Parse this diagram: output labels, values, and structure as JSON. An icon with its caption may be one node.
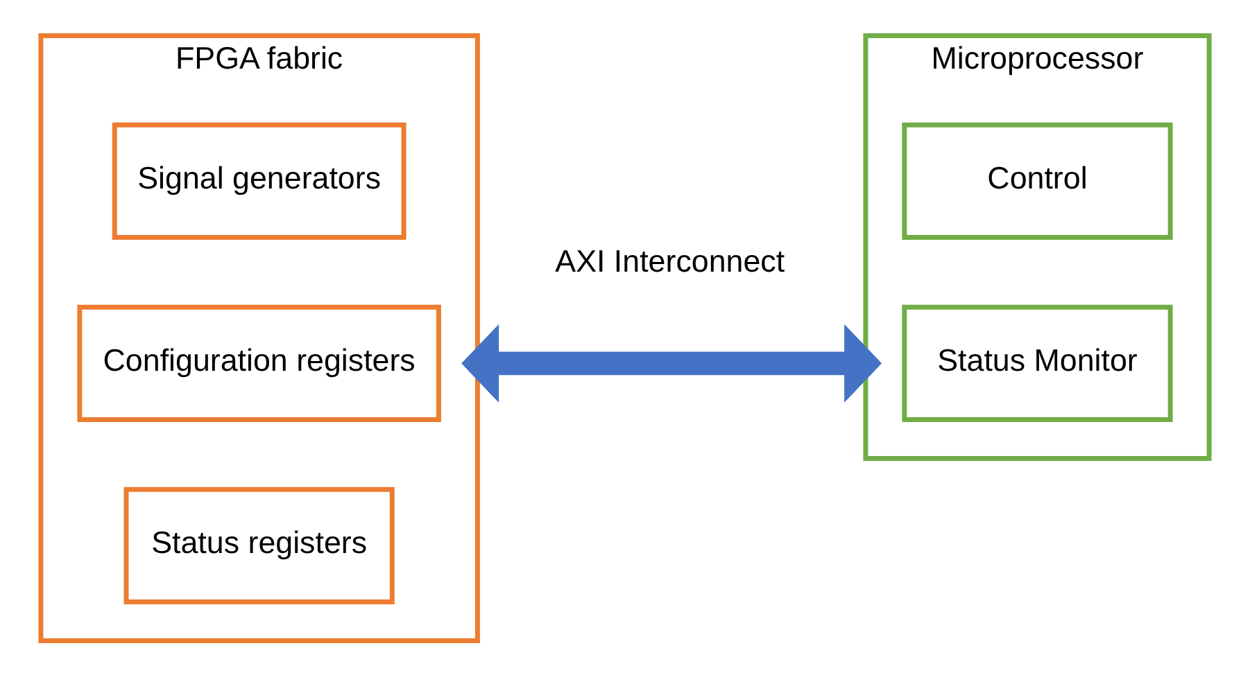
{
  "diagram": {
    "nodes": [
      {
        "text": [
          "FPGA fabric"
        ]
      },
      {
        "text": [
          "Signal generators"
        ],
        "in": 0
      },
      {
        "text": [
          "Configuration registers"
        ],
        "in": 0
      },
      {
        "text": [
          "Status registers"
        ],
        "in": 0
      },
      {
        "text": [
          "Microprocessor"
        ]
      },
      {
        "text": [
          "Control"
        ],
        "in": 4
      },
      {
        "text": [
          "Status Monitor"
        ],
        "in": 4
      }
    ],
    "edges": [
      {
        "from": 0,
        "to": 4,
        "arrow": "both",
        "label": "AXI Interconnect",
        "color": "#4472c4"
      }
    ]
  }
}
